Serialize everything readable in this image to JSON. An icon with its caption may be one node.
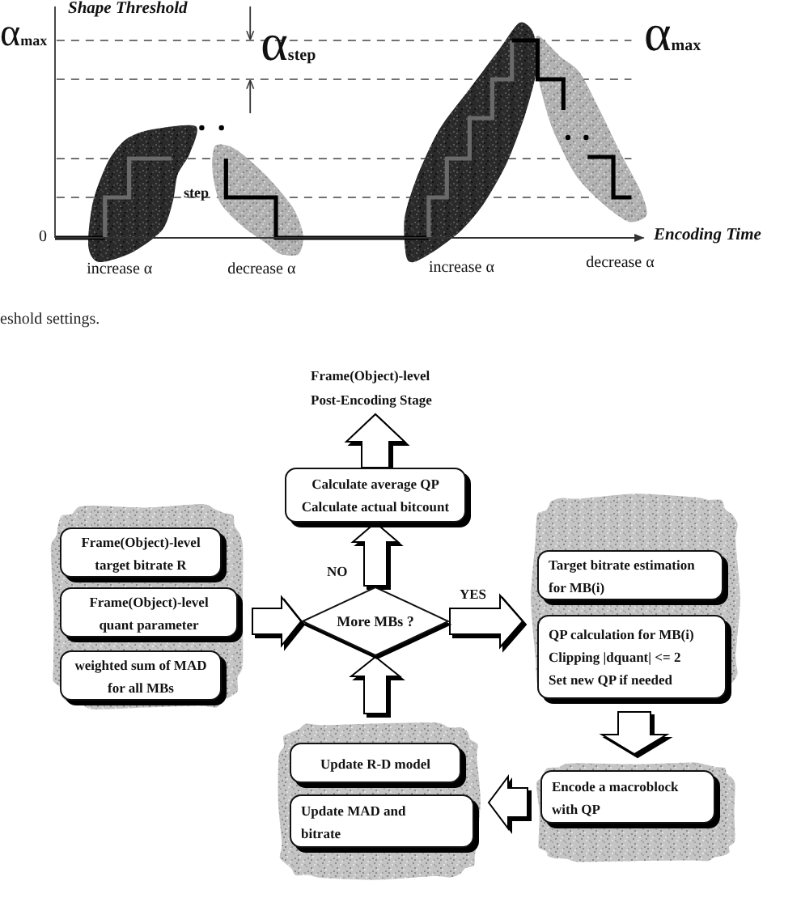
{
  "diagram": {
    "caption": "eshold settings.",
    "nodes": [
      {
        "text": [
          "Frame(Object)-level Post-Encoding Stage"
        ]
      },
      {
        "text": [
          "Calculate average QP",
          "Calculate actual bitcount"
        ]
      },
      {
        "text": [],
        "shape": "blob"
      },
      {
        "text": [
          "Frame(Object)-level target bitrate R"
        ],
        "in": 2
      },
      {
        "text": [
          "Frame(Object)-level quant parameter"
        ],
        "in": 2
      },
      {
        "text": [
          "weighted sum of MAD for all MBs"
        ],
        "in": 2
      },
      {
        "text": [
          "More MBs ?"
        ]
      },
      {
        "text": [],
        "shape": "blob"
      },
      {
        "text": [
          "Target bitrate estimation for MB(i)"
        ],
        "in": 7
      },
      {
        "text": [
          "QP calculation for MB(i)",
          "Clipping |dquant| <= 2",
          "Set new QP if needed"
        ],
        "in": 7
      },
      {
        "text": [],
        "shape": "blob"
      },
      {
        "text": [
          "Update R-D model"
        ],
        "in": 10
      },
      {
        "text": [
          "Update MAD and bitrate"
        ],
        "in": 10
      },
      {
        "text": [],
        "shape": "blob"
      },
      {
        "text": [
          "Encode a macroblock with QP"
        ],
        "in": 13
      }
    ],
    "edges": [
      {
        "from": 1,
        "to": 0,
        "arrow": "to"
      },
      {
        "from": 6,
        "to": 1,
        "arrow": "to",
        "label": "NO"
      },
      {
        "from": 2,
        "to": 6,
        "arrow": "to"
      },
      {
        "from": 6,
        "to": 7,
        "arrow": "to",
        "label": "YES"
      },
      {
        "from": 7,
        "to": 13,
        "arrow": "to"
      },
      {
        "from": 13,
        "to": 10,
        "arrow": "to"
      },
      {
        "from": 10,
        "to": 6,
        "arrow": "to"
      }
    ],
    "labels": [
      "Shape Threshold",
      "α$_{max}$",
      "α$_{step}$",
      "α$_{max}$",
      "step",
      "0",
      "Encoding Time",
      "increase α",
      "decrease α",
      "increase α",
      "decrease α"
    ]
  }
}
